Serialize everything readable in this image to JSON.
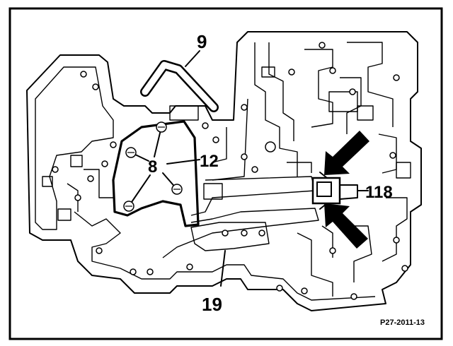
{
  "callouts": {
    "tube": "9",
    "bolts": "8",
    "cover": "12",
    "clip": "118",
    "plate": "19"
  },
  "reference": "P27-2011-13",
  "colors": {
    "ink": "#000000",
    "paper": "#ffffff"
  },
  "icons": {
    "arrow": "solid-pointer-arrow"
  }
}
